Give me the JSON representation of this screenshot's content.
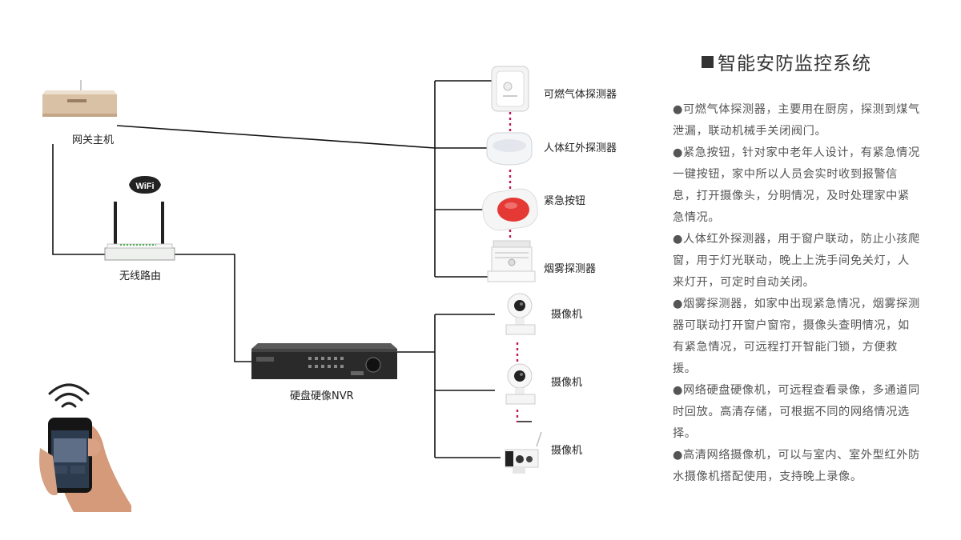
{
  "labels": {
    "gateway": "网关主机",
    "router": "无线路由",
    "nvr": "硬盘硬像NVR",
    "gas": "可燃气体探测器",
    "pir": "人体红外探测器",
    "sos": "紧急按钮",
    "smoke": "烟雾探测器",
    "cam1": "摄像机",
    "cam2": "摄像机",
    "cam3": "摄像机"
  },
  "wifi_badge": "WiFi",
  "panel": {
    "title": "智能安防监控系统",
    "paragraphs": [
      "●可燃气体探测器，主要用在厨房，探测到煤气泄漏，联动机械手关闭阀门。",
      "●紧急按钮，针对家中老年人设计，有紧急情况一键按钮，家中所以人员会实时收到报警信息，打开摄像头，分明情况，及时处理家中紧急情况。",
      "●人体红外探测器，用于窗户联动，防止小孩爬窗，用于灯光联动，晚上上洗手间免关灯，人来灯开，可定时自动关闭。",
      "●烟雾探测器，如家中出现紧急情况，烟雾探测器可联动打开窗户窗帘，摄像头查明情况，如有紧急情况，可远程打开智能门锁，方便救援。",
      "●网络硬盘硬像机，可远程查看录像，多通道同时回放。高清存储，可根据不同的网络情况选择。",
      "●高清网络摄像机，可以与室内、室外型红外防水摄像机搭配使用，支持晚上录像。"
    ]
  },
  "colors": {
    "line": "#111111",
    "dots": "#c2185b",
    "gateway_gold": "#d8bfa3",
    "alarm_red": "#e53935",
    "text": "#555555"
  }
}
